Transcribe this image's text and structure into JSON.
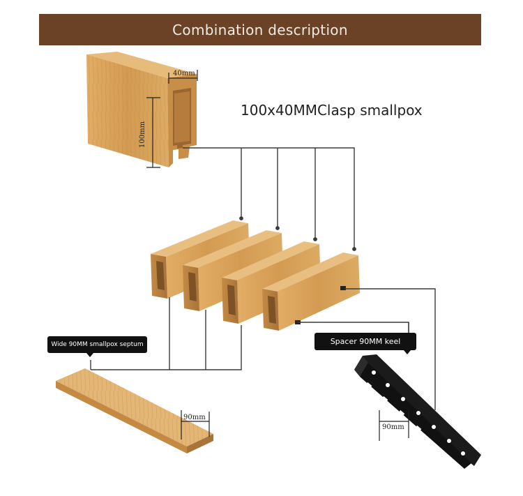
{
  "header": {
    "title": "Combination description"
  },
  "components": {
    "clasp": {
      "title": "100x40MMClasp smallpox",
      "width_dim": "40mm",
      "height_dim": "100mm"
    },
    "septum": {
      "label": "Wide 90MM smallpox septum",
      "width_dim": "90mm"
    },
    "keel": {
      "label": "Spacer 90MM keel",
      "width_dim": "90mm"
    }
  },
  "colors": {
    "header_bg": "#6b4226",
    "wood_front": "#d9a25a",
    "wood_side": "#b9803f",
    "wood_top": "#e8bf80",
    "keel": "#1b1b1b",
    "leader": "#3a3a3a"
  }
}
